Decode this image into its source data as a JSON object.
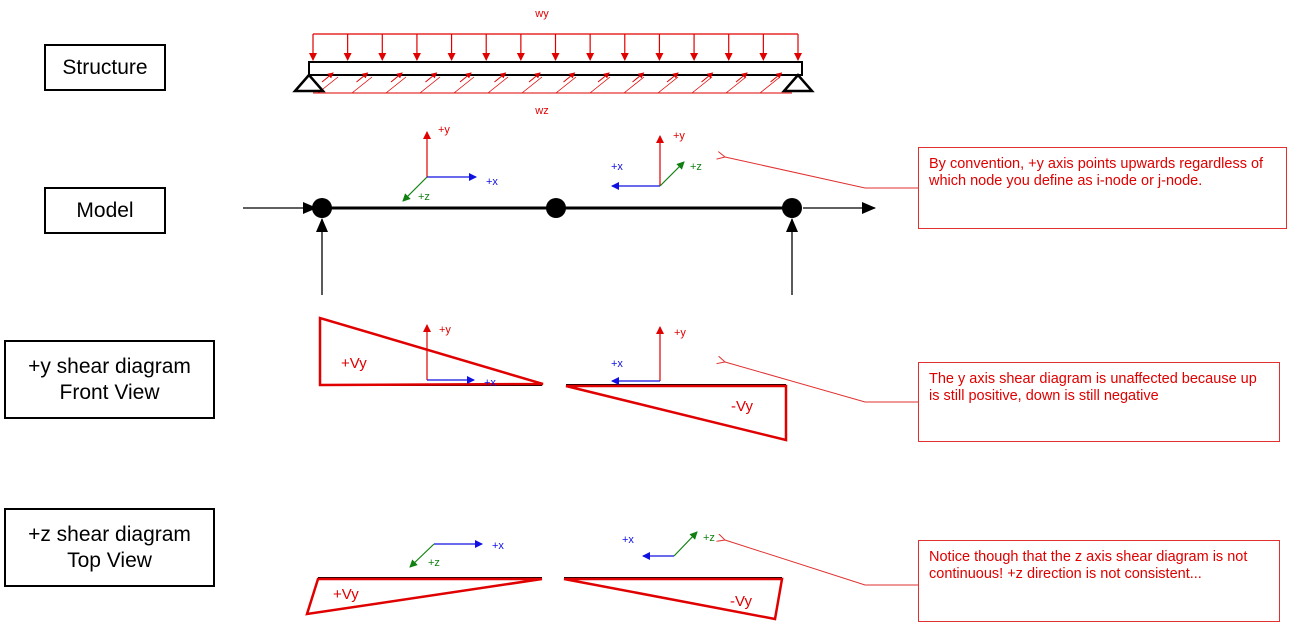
{
  "row_labels": {
    "structure": "Structure",
    "model": "Model",
    "y_shear": [
      "+y shear diagram",
      "Front View"
    ],
    "z_shear": [
      "+z shear diagram",
      "Top View"
    ]
  },
  "loads": {
    "wy": "wy",
    "wz": "wz"
  },
  "axes": {
    "y": "+y",
    "x": "+x",
    "z": "+z"
  },
  "shear_labels": {
    "positive": "+Vy",
    "negative": "-Vy"
  },
  "notes": {
    "convention": "By convention, +y axis points upwards regardless of which node you define as i-node or j-node.",
    "y_shear": "The y axis shear diagram is unaffected because up is still positive, down is still negative",
    "z_shear": "Notice though that the z axis shear diagram is not continuous! +z direction is not consistent..."
  },
  "colors": {
    "red": "#e00000",
    "blue": "#1010e0",
    "green": "#108010",
    "black": "#000000"
  }
}
